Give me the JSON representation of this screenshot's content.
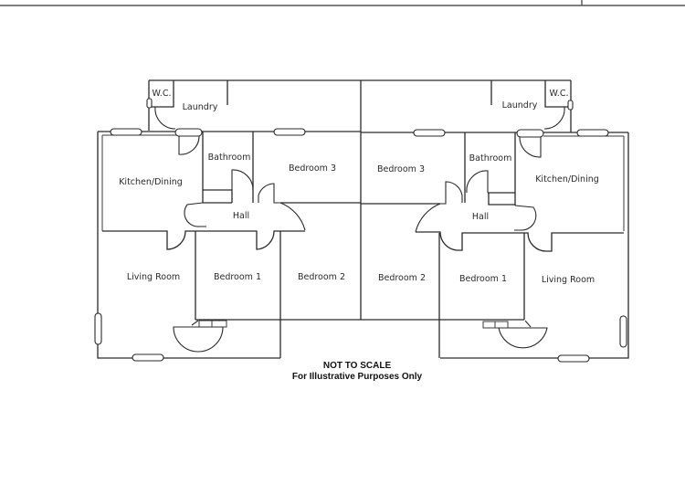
{
  "diagram": {
    "type": "floor-plan",
    "layout": "semi-detached duplex (two mirrored units)",
    "units": [
      {
        "side": "left",
        "rooms": [
          {
            "id": "wc",
            "label": "W.C."
          },
          {
            "id": "laundry",
            "label": "Laundry"
          },
          {
            "id": "kitchen",
            "label": "Kitchen/Dining"
          },
          {
            "id": "bathroom",
            "label": "Bathroom"
          },
          {
            "id": "bedroom3",
            "label": "Bedroom 3"
          },
          {
            "id": "hall",
            "label": "Hall"
          },
          {
            "id": "living",
            "label": "Living Room"
          },
          {
            "id": "bedroom1",
            "label": "Bedroom 1"
          },
          {
            "id": "bedroom2",
            "label": "Bedroom 2"
          }
        ]
      },
      {
        "side": "right",
        "rooms": [
          {
            "id": "wc",
            "label": "W.C."
          },
          {
            "id": "laundry",
            "label": "Laundry"
          },
          {
            "id": "kitchen",
            "label": "Kitchen/Dining"
          },
          {
            "id": "bathroom",
            "label": "Bathroom"
          },
          {
            "id": "bedroom3",
            "label": "Bedroom 3"
          },
          {
            "id": "hall",
            "label": "Hall"
          },
          {
            "id": "living",
            "label": "Living Room"
          },
          {
            "id": "bedroom1",
            "label": "Bedroom 1"
          },
          {
            "id": "bedroom2",
            "label": "Bedroom 2"
          }
        ]
      }
    ],
    "notes": {
      "line1": "NOT TO SCALE",
      "line2": "For Illustrative Purposes Only"
    }
  }
}
